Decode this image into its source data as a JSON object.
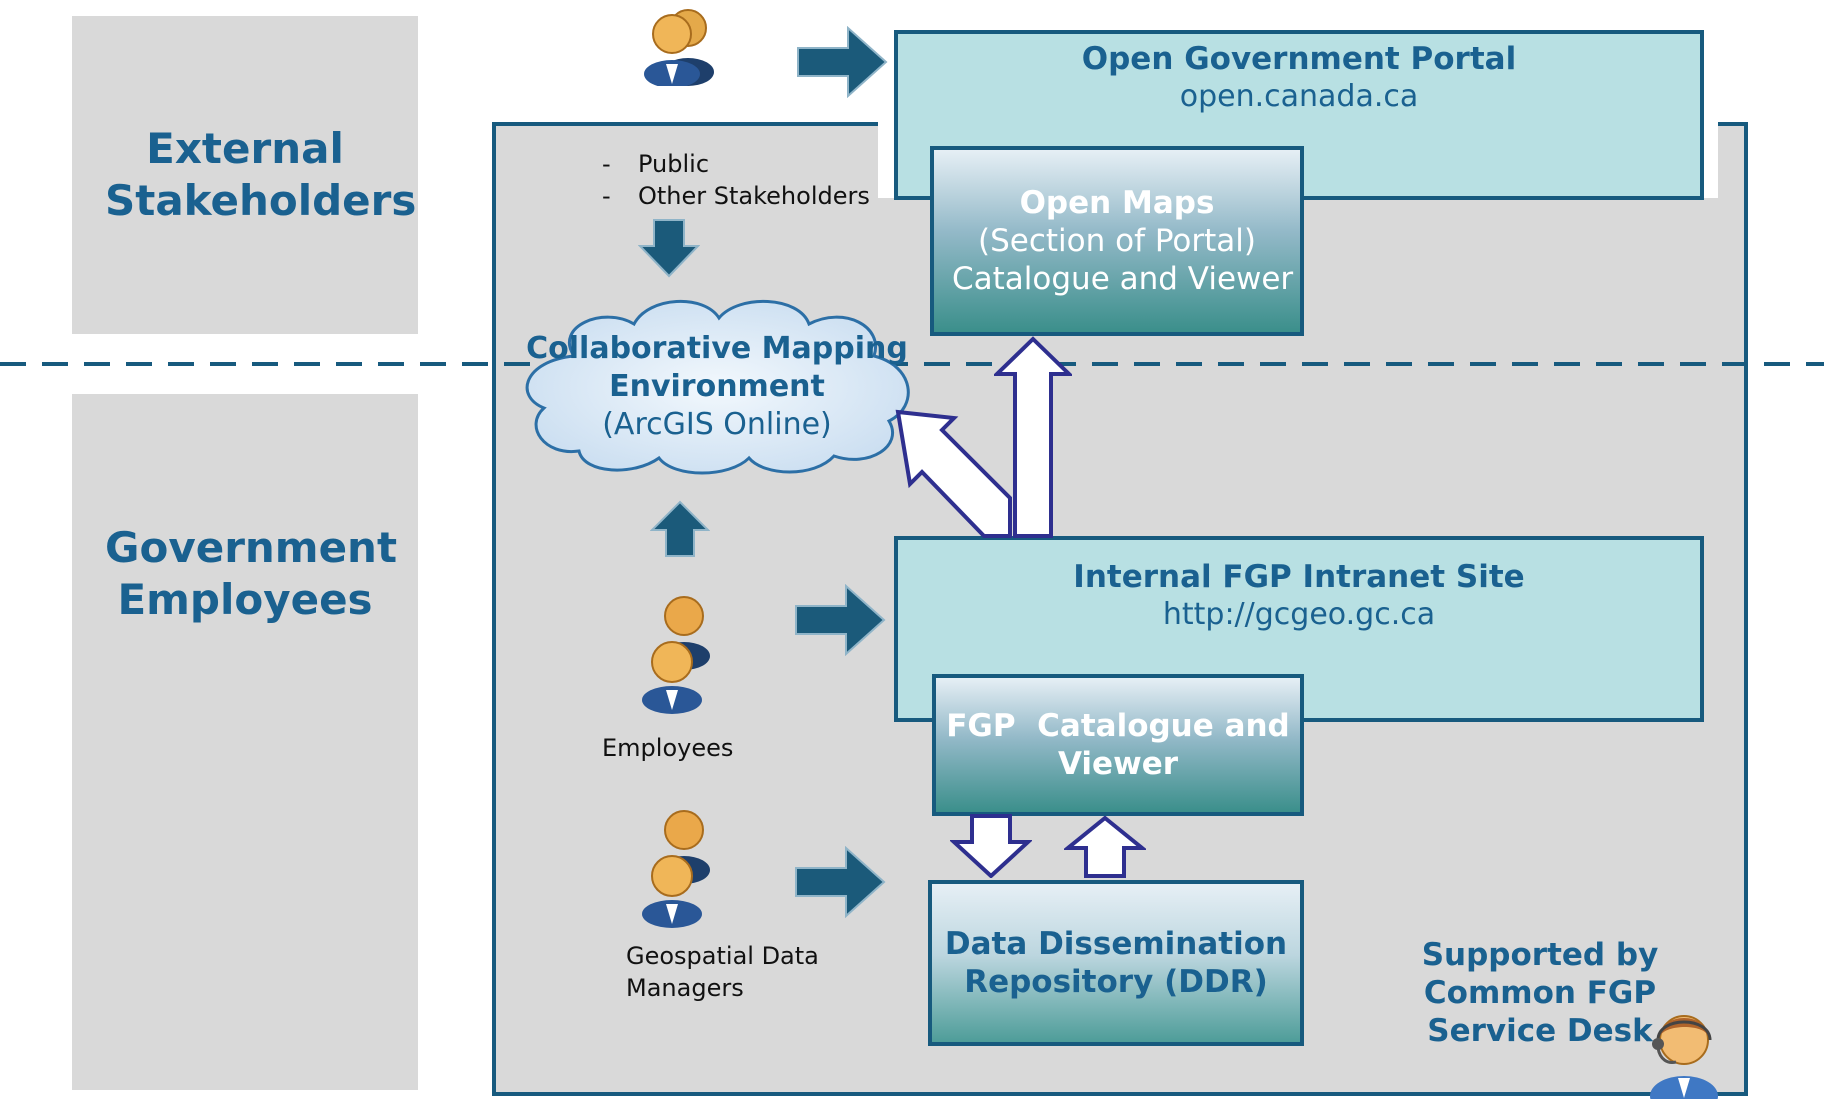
{
  "sides": {
    "external_label": "External Stakeholders",
    "government_label": "Government Employees"
  },
  "portal": {
    "title": "Open Government Portal",
    "url": "open.canada.ca"
  },
  "open_maps": {
    "title": "Open Maps",
    "subtitle": "(Section of Portal)",
    "desc": "Catalogue and Viewer"
  },
  "external_audience": {
    "items": [
      "Public",
      "Other Stakeholders"
    ]
  },
  "cloud": {
    "line1": "Collaborative Mapping",
    "line2": "Environment",
    "line3": "(ArcGIS Online)"
  },
  "intranet": {
    "title": "Internal FGP Intranet Site",
    "url": "http://gcgeo.gc.ca"
  },
  "catalogue": {
    "line1": "FGP  Catalogue and",
    "line2": "Viewer"
  },
  "ddr": {
    "line1": "Data Dissemination",
    "line2": "Repository (DDR)"
  },
  "employees_label": "Employees",
  "managers_label": {
    "line1": "Geospatial Data",
    "line2": "Managers"
  },
  "support": {
    "line1": "Supported by",
    "line2": "Common FGP",
    "line3": "Service Desk"
  },
  "colors": {
    "frame": "#175a7e",
    "side_bg": "#d9d9d9",
    "heading": "#1a6190",
    "portal_bg": "#b8e0e3",
    "arrow": "#1b5a7a",
    "outline_arrow": "#2e2f8f"
  }
}
